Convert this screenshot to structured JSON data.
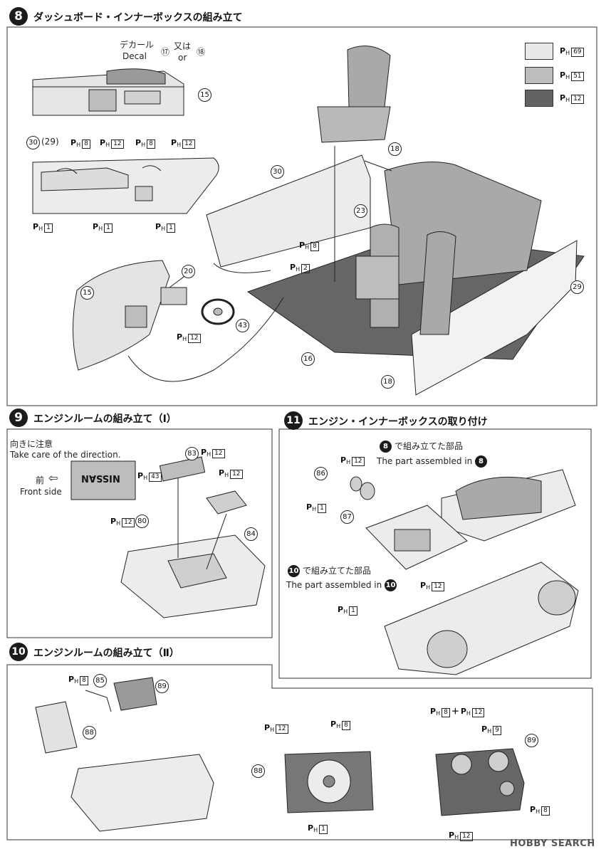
{
  "step8": {
    "number": "8",
    "title": "ダッシュボード・インナーボックスの組み立て",
    "decal_jp": "デカール",
    "decal_en": "Decal",
    "decal_num_a": "⑰",
    "decal_or_jp": "又は",
    "decal_or_en": "or",
    "decal_num_b": "⑱",
    "parts": {
      "p15": "15",
      "p15b": "15",
      "p16": "16",
      "p18a": "18",
      "p18b": "18",
      "p20": "20",
      "p23": "23",
      "p29": "29",
      "p29b": "(29)",
      "p30": "30",
      "p30b": "30",
      "p43": "43"
    },
    "legend": [
      {
        "code": "69",
        "color": "#e9e9e9"
      },
      {
        "code": "51",
        "color": "#bdbdbd"
      },
      {
        "code": "12",
        "color": "#636363"
      }
    ]
  },
  "step9": {
    "number": "9",
    "title": "エンジンルームの組み立て（Ⅰ）",
    "note_jp": "向きに注意",
    "note_en": "Take care of the direction.",
    "front_jp": "前",
    "front_en": "Front side",
    "front_arrow": "⇦",
    "plate_text": "NISSAN",
    "parts": {
      "p80": "80",
      "p83": "83",
      "p84": "84"
    }
  },
  "step11": {
    "number": "11",
    "title": "エンジン・インナーボックスの取り付け",
    "ref8_jp": "で組み立てた部品",
    "ref8_en": "The part assembled in",
    "ref8_num": "8",
    "ref10_jp": "で組み立てた部品",
    "ref10_en": "The part assembled in",
    "ref10_num": "10",
    "parts": {
      "p86": "86",
      "p87": "87"
    }
  },
  "step10": {
    "number": "10",
    "title": "エンジンルームの組み立て（Ⅱ）",
    "parts": {
      "p85": "85",
      "p88a": "88",
      "p88b": "88",
      "p89a": "89",
      "p89b": "89"
    }
  },
  "ph": {
    "prefix": "P",
    "sub": "H",
    "c1": "1",
    "c2": "2",
    "c8": "8",
    "c9": "9",
    "c12": "12",
    "c43": "43",
    "c51": "51",
    "c69": "69",
    "plus": "＋"
  },
  "watermark": "HOBBY SEARCH"
}
